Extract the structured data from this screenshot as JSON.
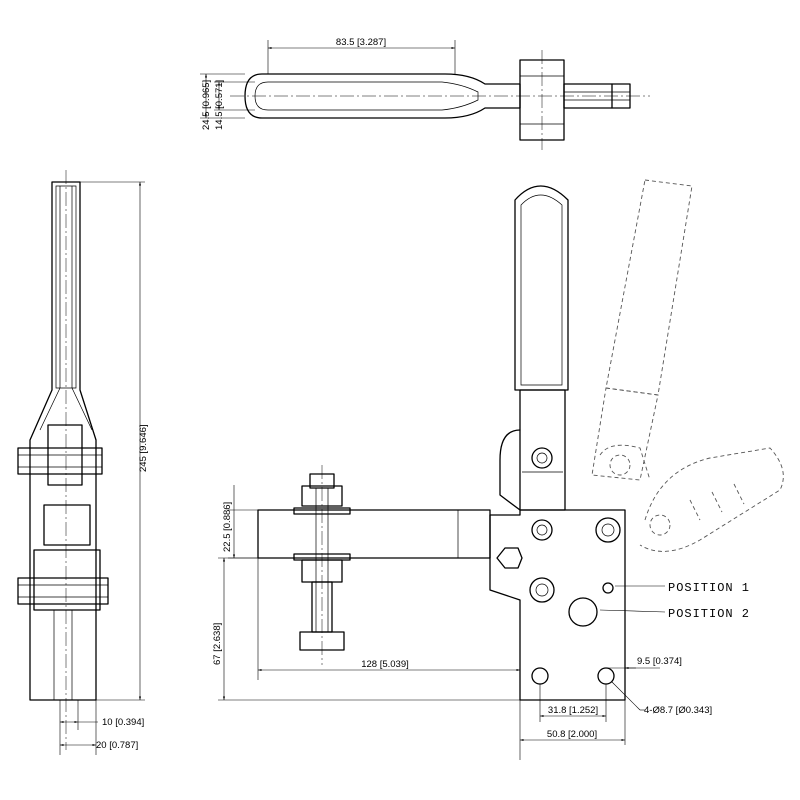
{
  "dims": {
    "top_length": "83.5 [3.287]",
    "top_width_outer": "24.5 [0.965]",
    "top_width_inner": "14.5 [0.571]",
    "side_height": "245 [9.646]",
    "side_width_inner": "10 [0.394]",
    "side_width_outer": "20 [0.787]",
    "bar_thickness": "22.5 [0.886]",
    "spindle_height": "67 [2.638]",
    "reach": "128 [5.039]",
    "hole_spacing": "31.8 [1.252]",
    "base_width": "50.8 [2.000]",
    "edge_offset": "9.5 [0.374]",
    "holes": "4-Ø8.7 [Ø0.343]"
  },
  "labels": {
    "position1": "POSITION  1",
    "position2": "POSITION  2"
  }
}
